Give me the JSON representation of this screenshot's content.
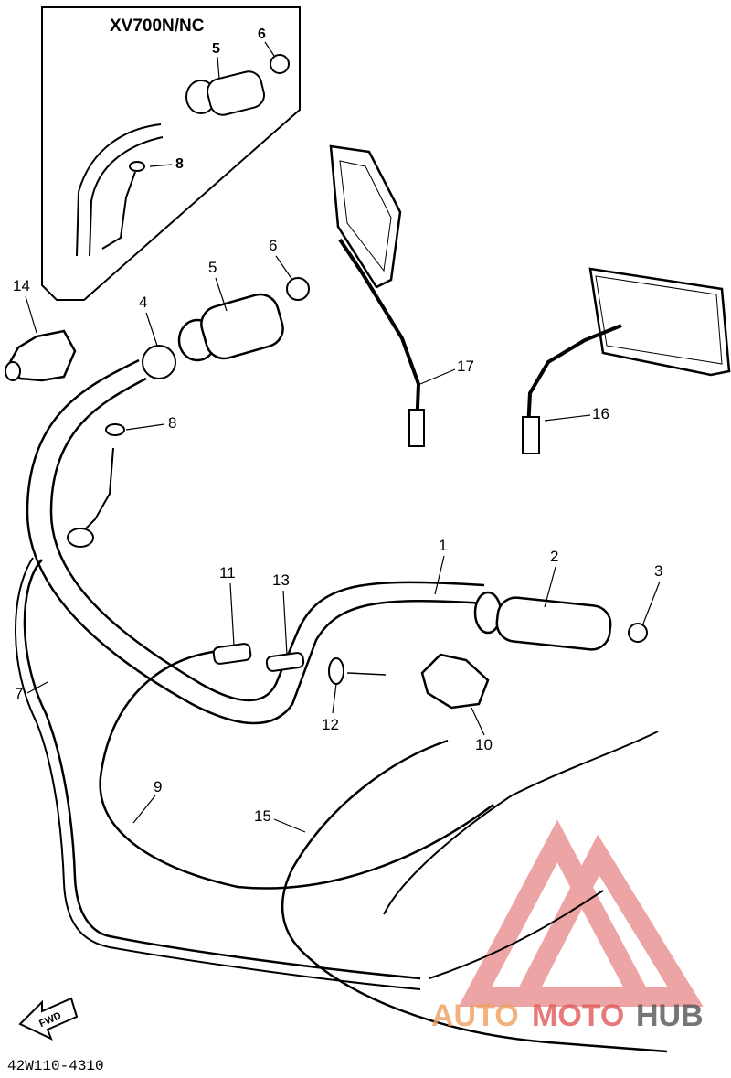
{
  "inset": {
    "title": "XV700N/NC",
    "labels": {
      "p5": "5",
      "p6": "6",
      "p8": "8"
    }
  },
  "labels": {
    "p1": "1",
    "p2": "2",
    "p3": "3",
    "p4": "4",
    "p5": "5",
    "p6": "6",
    "p7": "7",
    "p8": "8",
    "p9": "9",
    "p10": "10",
    "p11": "11",
    "p12": "12",
    "p13": "13",
    "p14": "14",
    "p15": "15",
    "p16": "16",
    "p17": "17"
  },
  "fwd_label": "FWD",
  "diagram_code": "42W110-4310",
  "watermark": {
    "part1": "AUTO",
    "part2": "MOTO",
    "part3": "HUB",
    "color_red": "#e05a5a",
    "color_orange": "#f0a060",
    "color_dark": "#555555"
  }
}
